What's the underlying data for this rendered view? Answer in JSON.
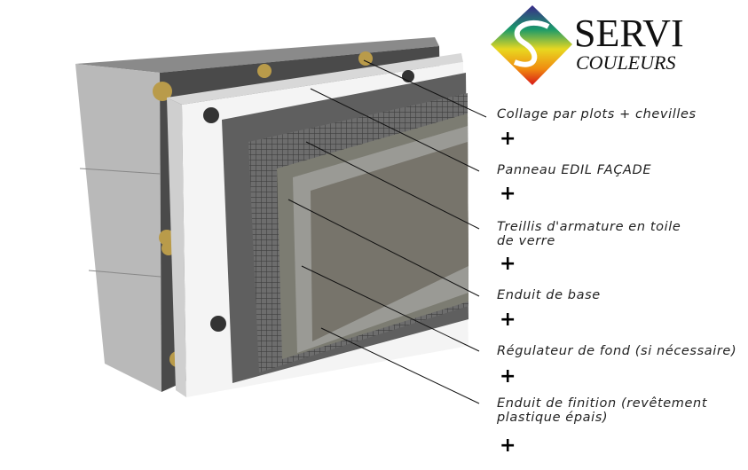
{
  "logo": {
    "line1": "SERVI",
    "line2": "COULEURS"
  },
  "layers": [
    {
      "label": "Collage par plots + chevilles"
    },
    {
      "label": "Panneau EDIL FAÇADE"
    },
    {
      "label": "Treillis d'armature en toile",
      "label2": "de verre"
    },
    {
      "label": "Enduit de base"
    },
    {
      "label": "Régulateur de fond (si nécessaire)"
    },
    {
      "label": "Enduit de finition (revêtement",
      "label2": "plastique épais)"
    }
  ],
  "separator": "+"
}
